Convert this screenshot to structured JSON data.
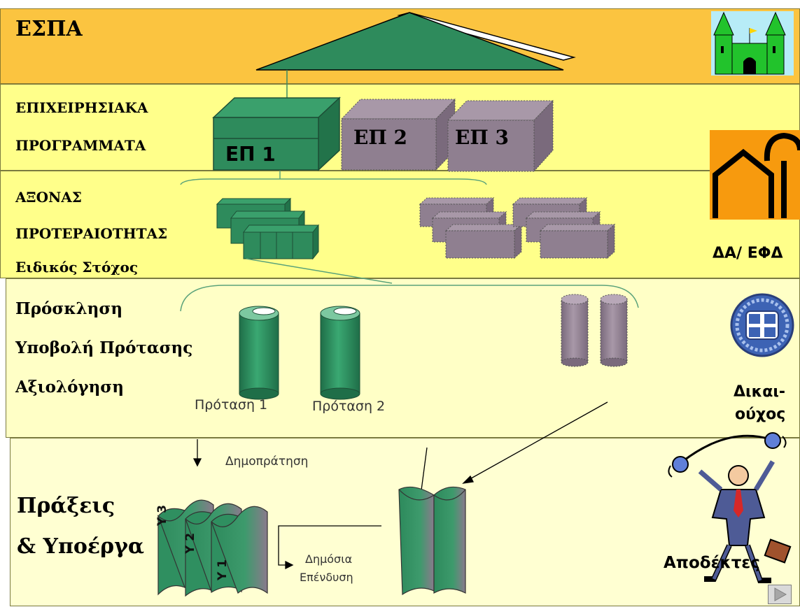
{
  "rows": {
    "espa": "ΕΣΠΑ",
    "ep_line1": "ΕΠΙΧΕΙΡΗΣΙΑΚΑ",
    "ep_line2": "ΠΡΟΓΡΑΜΜΑΤΑ",
    "axis_line1": "ΑΞΟΝΑΣ",
    "axis_line2": "ΠΡΟΤΕΡΑΙΟΤΗΤΑΣ",
    "axis_line3": "Ειδικός Στόχος",
    "call_line1": "Πρόσκληση",
    "call_line2": "Υποβολή Πρότασης",
    "call_line3": "Αξιολόγηση",
    "acts_line1": "Πράξεις",
    "acts_line2": "& Υποέργα"
  },
  "programmes": {
    "ep1": "ΕΠ 1",
    "ep2": "ΕΠ 2",
    "ep3": "ΕΠ 3"
  },
  "proposals": {
    "p1": "Πρόταση 1",
    "p2": "Πρόταση 2"
  },
  "subprojects": {
    "y1": "Υ 1",
    "y2": "Υ 2",
    "y3": "Υ 3"
  },
  "annotations": {
    "auction": "Δημοπράτηση",
    "investment_line1": "Δημόσια",
    "investment_line2": "Επένδυση"
  },
  "actors": {
    "managing_authority": "ΔΑ/ ΕΦΔ",
    "beneficiary_line1": "Δικαι-",
    "beneficiary_line2": "ούχος",
    "recipients": "Αποδέκτες"
  },
  "icons": {
    "castle": "castle-icon",
    "buildings": "buildings-icon",
    "emblem": "greek-emblem-icon",
    "businessman": "businessman-juggling-icon",
    "next": "play-next-icon"
  },
  "colors": {
    "band_espa": "#fbc440",
    "band_yellow": "#ffff8a",
    "band_light": "#ffffc6",
    "green": "#2f8f60",
    "purple": "#8f7f90"
  }
}
